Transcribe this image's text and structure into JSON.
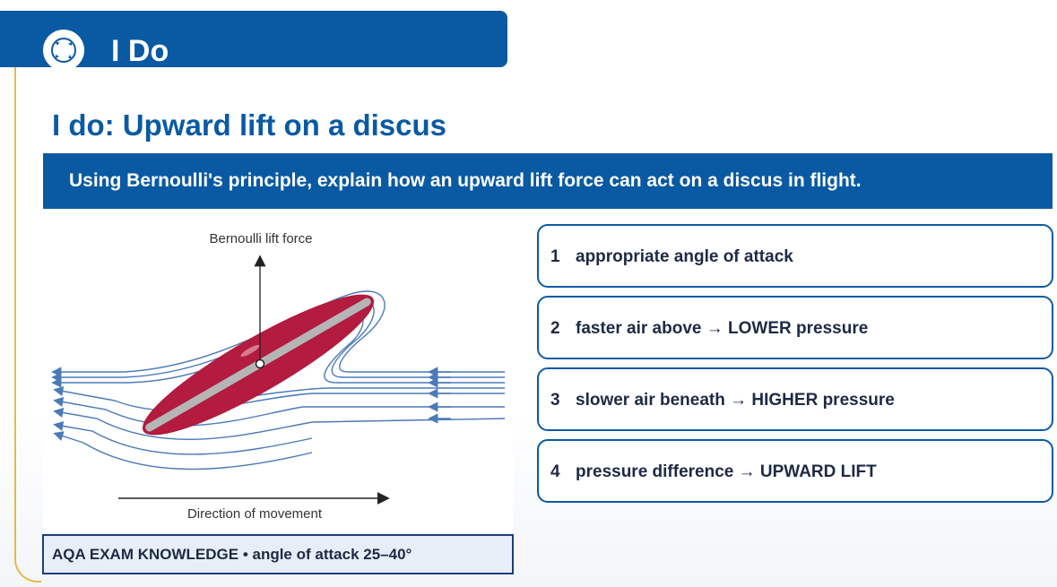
{
  "banner": {
    "title": "I Do",
    "icon": "cycle-arrows-icon"
  },
  "page_title": "I do: Upward lift on a discus",
  "question": "Using Bernoulli's principle, explain how an upward lift force can act on a discus in flight.",
  "diagram": {
    "lift_label": "Bernoulli lift force",
    "direction_label": "Direction of movement",
    "colors": {
      "discus": "#b31b3f",
      "stripe": "#b5b5b5",
      "airflow": "#4a7ab8"
    }
  },
  "steps": [
    {
      "num": "1",
      "text": "appropriate angle of attack"
    },
    {
      "num": "2",
      "text": "faster air above → LOWER pressure"
    },
    {
      "num": "3",
      "text": "slower air beneath → HIGHER pressure"
    },
    {
      "num": "4",
      "text": "pressure difference → UPWARD LIFT"
    }
  ],
  "exam_note": "AQA EXAM KNOWLEDGE  •  angle of attack 25–40°",
  "colors": {
    "brand_blue": "#0a5aa3",
    "gold": "#e8b84a",
    "dark_text": "#1e2a44"
  }
}
